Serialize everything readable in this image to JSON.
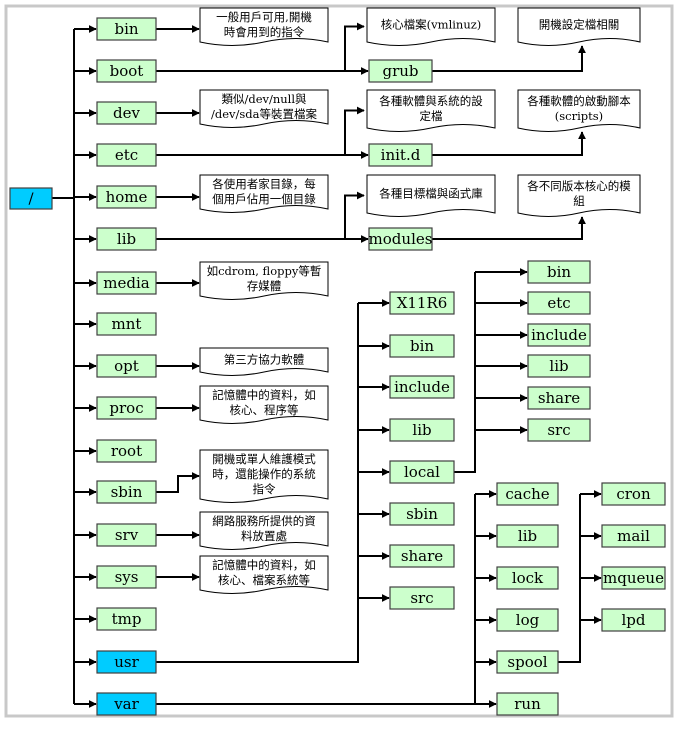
{
  "colors": {
    "node_fill": "#ccffcc",
    "highlight_fill": "#00ccff",
    "note_fill": "#ffffff",
    "line": "#000000",
    "frame": "#c8c8c8"
  },
  "root": {
    "id": "root",
    "label": "/"
  },
  "level1": [
    {
      "id": "bin",
      "label": "bin"
    },
    {
      "id": "boot",
      "label": "boot"
    },
    {
      "id": "dev",
      "label": "dev"
    },
    {
      "id": "etc",
      "label": "etc"
    },
    {
      "id": "home",
      "label": "home"
    },
    {
      "id": "lib",
      "label": "lib"
    },
    {
      "id": "media",
      "label": "media"
    },
    {
      "id": "mnt",
      "label": "mnt"
    },
    {
      "id": "opt",
      "label": "opt"
    },
    {
      "id": "proc",
      "label": "proc"
    },
    {
      "id": "root-dir",
      "label": "root"
    },
    {
      "id": "sbin",
      "label": "sbin"
    },
    {
      "id": "srv",
      "label": "srv"
    },
    {
      "id": "sys",
      "label": "sys"
    },
    {
      "id": "tmp",
      "label": "tmp"
    },
    {
      "id": "usr",
      "label": "usr",
      "highlight": true
    },
    {
      "id": "var",
      "label": "var",
      "highlight": true
    }
  ],
  "level2": [
    {
      "id": "grub",
      "label": "grub"
    },
    {
      "id": "initd",
      "label": "init.d"
    },
    {
      "id": "modules",
      "label": "modules"
    }
  ],
  "usr_children": [
    {
      "id": "usr-x11r6",
      "label": "X11R6"
    },
    {
      "id": "usr-bin",
      "label": "bin"
    },
    {
      "id": "usr-include",
      "label": "include"
    },
    {
      "id": "usr-lib",
      "label": "lib"
    },
    {
      "id": "usr-local",
      "label": "local"
    },
    {
      "id": "usr-sbin",
      "label": "sbin"
    },
    {
      "id": "usr-share",
      "label": "share"
    },
    {
      "id": "usr-src",
      "label": "src"
    }
  ],
  "local_children": [
    {
      "id": "local-bin",
      "label": "bin"
    },
    {
      "id": "local-etc",
      "label": "etc"
    },
    {
      "id": "local-include",
      "label": "include"
    },
    {
      "id": "local-lib",
      "label": "lib"
    },
    {
      "id": "local-share",
      "label": "share"
    },
    {
      "id": "local-src",
      "label": "src"
    }
  ],
  "var_children": [
    {
      "id": "var-cache",
      "label": "cache"
    },
    {
      "id": "var-lib",
      "label": "lib"
    },
    {
      "id": "var-lock",
      "label": "lock"
    },
    {
      "id": "var-log",
      "label": "log"
    },
    {
      "id": "var-spool",
      "label": "spool"
    },
    {
      "id": "var-run",
      "label": "run"
    }
  ],
  "spool_children": [
    {
      "id": "spool-cron",
      "label": "cron"
    },
    {
      "id": "spool-mail",
      "label": "mail"
    },
    {
      "id": "spool-mqueue",
      "label": "mqueue"
    },
    {
      "id": "spool-lpd",
      "label": "lpd"
    }
  ],
  "notes": [
    {
      "id": "bin",
      "lines": [
        "一般用戶可用,開機",
        "時會用到的指令"
      ]
    },
    {
      "id": "dev",
      "lines": [
        "類似/dev/null與",
        "/dev/sda等裝置檔案"
      ]
    },
    {
      "id": "home",
      "lines": [
        "各使用者家目錄，每",
        "個用戶佔用一個目錄"
      ]
    },
    {
      "id": "media",
      "lines": [
        "如cdrom, floppy等暫",
        "存媒體"
      ]
    },
    {
      "id": "opt",
      "lines": [
        "第三方協力軟體"
      ]
    },
    {
      "id": "proc",
      "lines": [
        "記憶體中的資料，如",
        "核心、程序等"
      ]
    },
    {
      "id": "sbin",
      "lines": [
        "開機或單人維護模式",
        "時，還能操作的系統",
        "指令"
      ]
    },
    {
      "id": "srv",
      "lines": [
        "網路服務所提供的資",
        "料放置處"
      ]
    },
    {
      "id": "sys",
      "lines": [
        "記憶體中的資料，如",
        "核心、檔案系統等"
      ]
    },
    {
      "id": "boot-kernel",
      "lines": [
        "核心檔案(vmlinuz)"
      ]
    },
    {
      "id": "grub",
      "lines": [
        "開機設定檔相關"
      ]
    },
    {
      "id": "etc-config",
      "lines": [
        "各種軟體與系統的設",
        "定檔"
      ]
    },
    {
      "id": "initd",
      "lines": [
        "各種軟體的啟動腳本",
        "(scripts)"
      ]
    },
    {
      "id": "lib-shared",
      "lines": [
        "各種目標檔與函式庫"
      ]
    },
    {
      "id": "modules",
      "lines": [
        "各不同版本核心的模",
        "組"
      ]
    }
  ]
}
